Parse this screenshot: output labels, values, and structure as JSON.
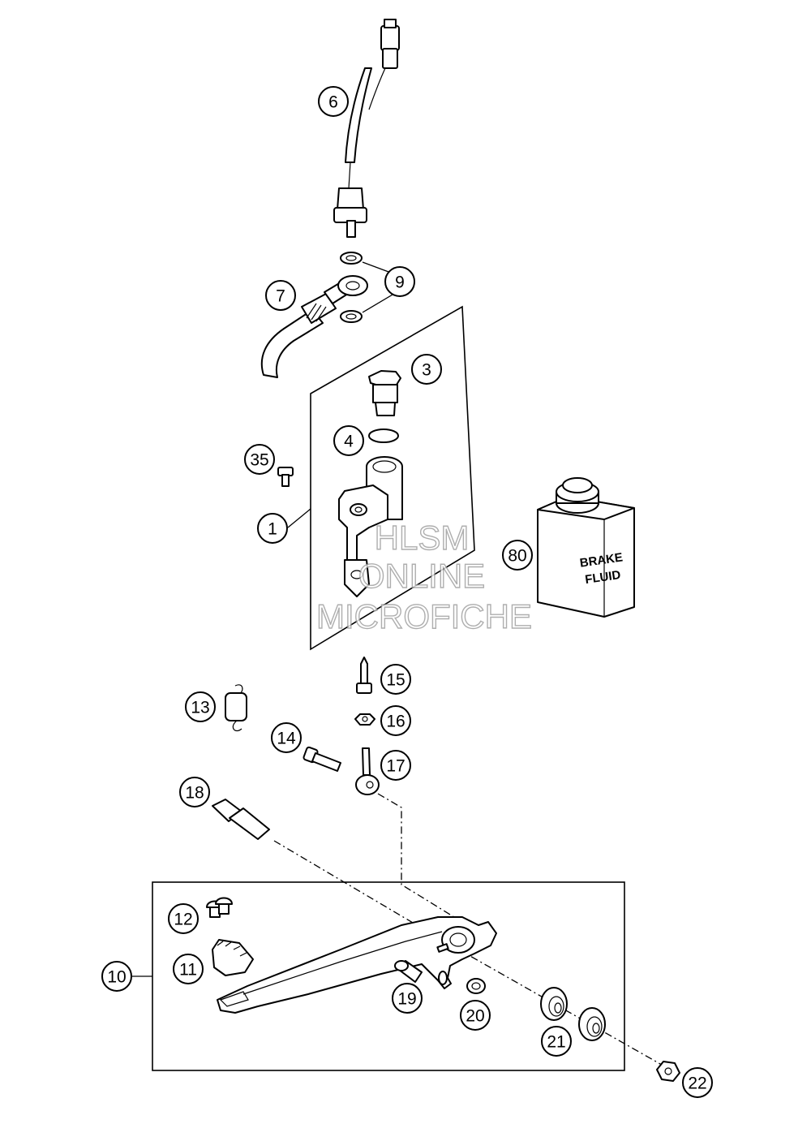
{
  "callouts": [
    {
      "label": "1"
    },
    {
      "label": "3"
    },
    {
      "label": "4"
    },
    {
      "label": "6"
    },
    {
      "label": "7"
    },
    {
      "label": "9"
    },
    {
      "label": "10"
    },
    {
      "label": "11"
    },
    {
      "label": "12"
    },
    {
      "label": "13"
    },
    {
      "label": "14"
    },
    {
      "label": "15"
    },
    {
      "label": "16"
    },
    {
      "label": "17"
    },
    {
      "label": "18"
    },
    {
      "label": "19"
    },
    {
      "label": "20"
    },
    {
      "label": "21"
    },
    {
      "label": "22"
    },
    {
      "label": "35"
    },
    {
      "label": "80"
    }
  ],
  "bottle_label": {
    "line1": "BRAKE",
    "line2": "FLUID"
  },
  "watermark": {
    "line1": "HLSM",
    "line2": "ONLINE",
    "line3": "MICROFICHE"
  },
  "colors": {
    "ink": "#000000",
    "paper": "#ffffff",
    "watermark": "#9a9a9a"
  }
}
